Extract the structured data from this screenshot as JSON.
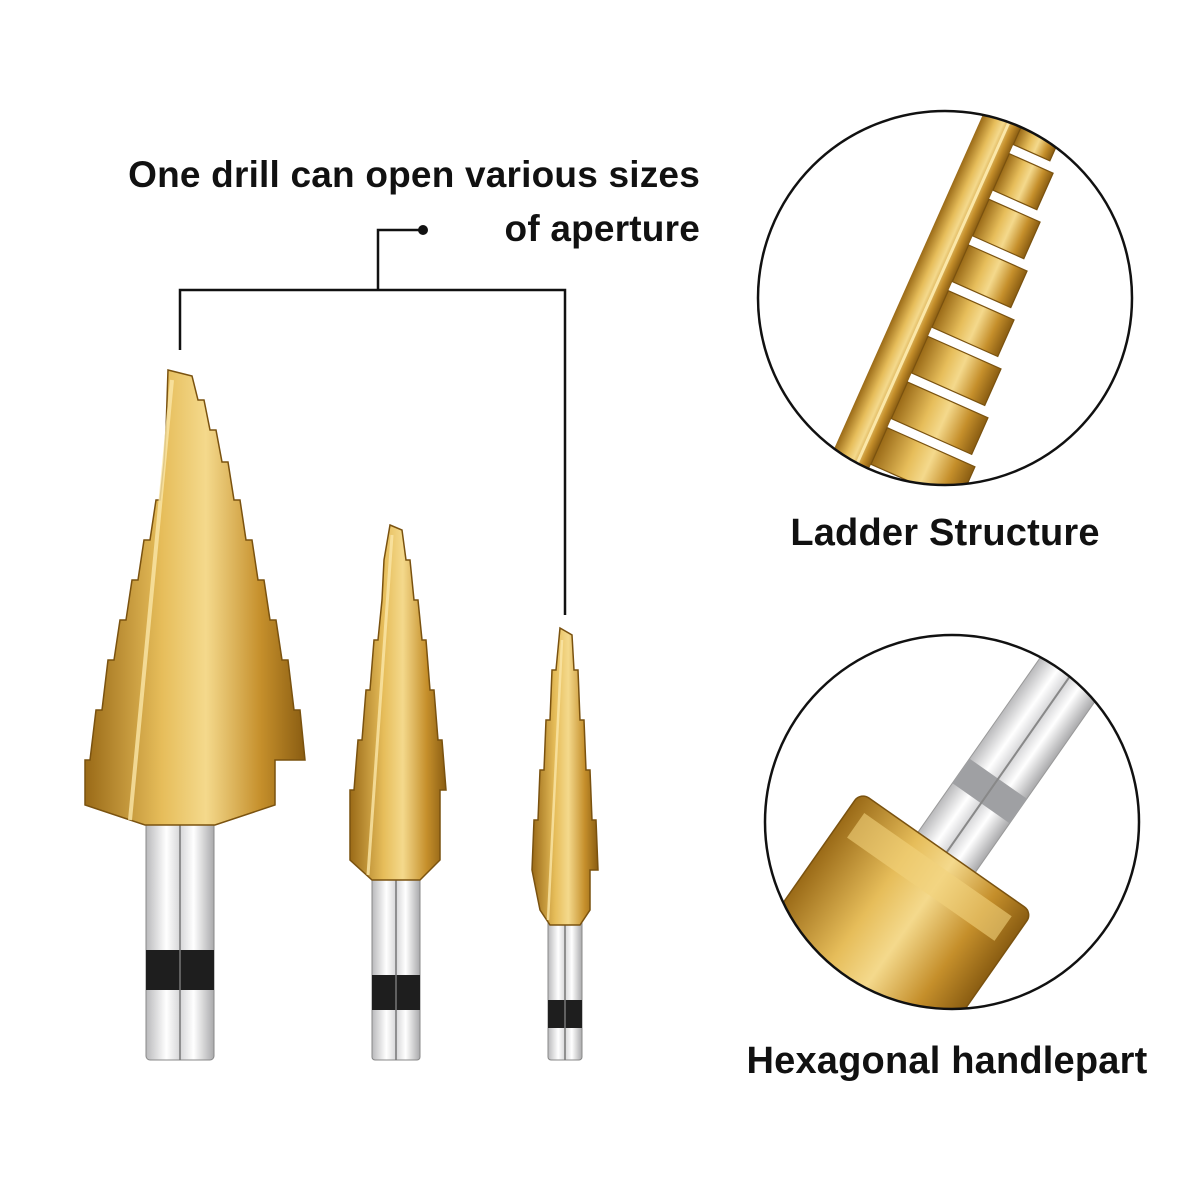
{
  "headline": {
    "line1": "One drill can open various sizes",
    "line2": "of aperture"
  },
  "features": [
    {
      "label": "Ladder Structure"
    },
    {
      "label": "Hexagonal handlepart"
    }
  ],
  "colors": {
    "gold": "#d7a437",
    "gold_light": "#f1d27c",
    "gold_dark": "#8a5d12",
    "shank": "#e9e9ea",
    "outline": "#111111"
  },
  "icons": [
    "step-drill-large",
    "step-drill-medium",
    "step-drill-small",
    "hex-shank"
  ]
}
